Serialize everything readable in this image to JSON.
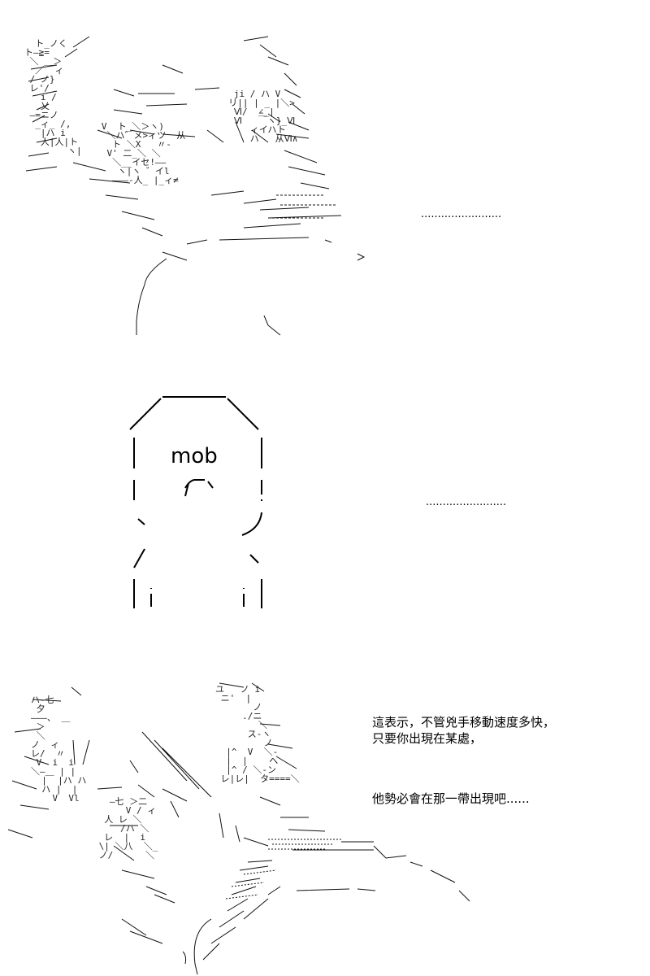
{
  "panels": [
    {
      "ellipsis": "........................"
    },
    {
      "mob_label": "mob",
      "ellipsis": "........................"
    },
    {
      "dialogue_lines": [
        "這表示，不管兇手移動速度多快，",
        "只要你出現在某處，",
        "",
        "他勢必會在那一帶出現吧......"
      ]
    }
  ]
}
